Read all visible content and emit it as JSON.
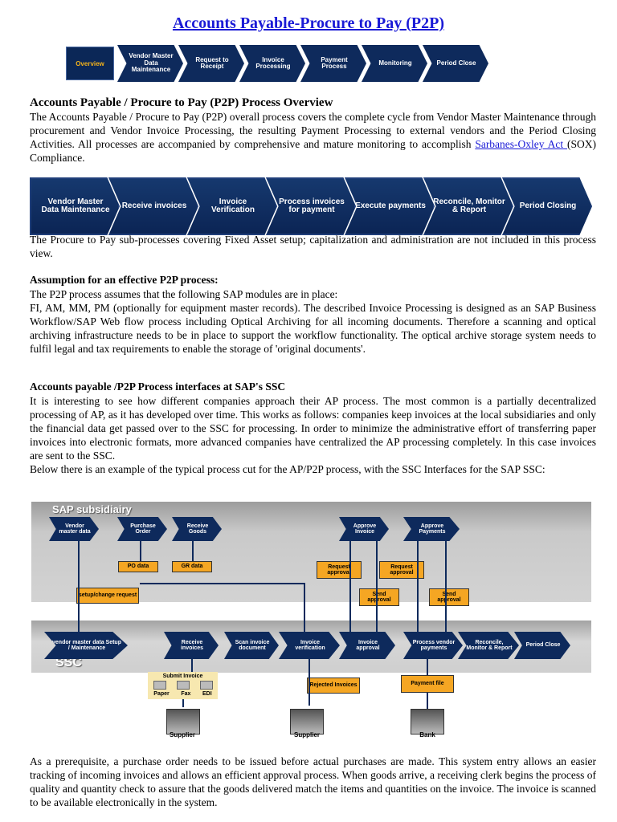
{
  "title": "Accounts Payable-Procure to Pay (P2P)",
  "top_flow": [
    "Overview",
    "Vendor Master Data Maintenance",
    "Request to Receipt",
    "Invoice Processing",
    "Payment Process",
    "Monitoring",
    "Period Close"
  ],
  "section1": {
    "heading": "Accounts Payable / Procure to Pay (P2P) Process Overview",
    "text_before": "The Accounts Payable / Procure to Pay (P2P) overall process covers the complete cycle from Vendor Master Maintenance through procurement and Vendor Invoice Processing, the resulting Payment Processing to external vendors and the Period Closing Activities. All processes are accompanied by comprehensive and mature monitoring to accomplish ",
    "link": "Sarbanes-Oxley Act ",
    "text_after": "(SOX) Compliance."
  },
  "main_flow": [
    "Vendor Master Data Maintenance",
    "Receive invoices",
    "Invoice Verification",
    "Process invoices for payment",
    "Execute payments",
    "Reconcile, Monitor & Report",
    "Period Closing"
  ],
  "para_subprocess": "The Procure to Pay sub-processes covering Fixed Asset setup; capitalization and administration are not included in this process view.",
  "section2": {
    "heading": "Assumption for an effective P2P process:",
    "line1": "The P2P process assumes that the following SAP modules are in place:",
    "body": "FI, AM, MM, PM (optionally for equipment master records). The described Invoice Processing is designed as an SAP Business Workflow/SAP Web flow process including Optical Archiving for all incoming documents. Therefore a scanning and optical archiving infrastructure needs to be in place to support the workflow functionality. The optical archive storage system needs to fulfil legal and tax requirements to enable the storage of 'original documents'."
  },
  "section3": {
    "heading": "Accounts payable /P2P Process interfaces at SAP's SSC",
    "body": "It is interesting to see how different companies approach their AP process. The most common is a partially decentralized processing of AP, as it has developed over time. This works as follows: companies keep invoices at the local subsidiaries and only the financial data get passed over to the SSC for processing. In order to minimize the administrative effort of transferring paper invoices into electronic formats, more advanced companies have centralized the AP processing completely. In this case invoices are sent to the SSC.",
    "body2": "Below there is an example of the typical process cut for the AP/P2P process, with the SSC Interfaces for the SAP SSC:"
  },
  "diagram": {
    "band_top": "SAP subsidiairy",
    "band_ssc": "SSC",
    "top_steps": [
      "Vendor master data",
      "Purchase Order",
      "Receive Goods",
      "Approve Invoice",
      "Approve Payments"
    ],
    "ssc_steps": [
      "vendor master data Setup / Maintenance",
      "Receive invoices",
      "Scan invoice document",
      "Invoice verification",
      "Invoice approval",
      "Process vendor payments",
      "Reconcile, Monitor & Report",
      "Period Close"
    ],
    "orange": {
      "po_data": "PO data",
      "gr_data": "GR data",
      "setup": "setup/change request",
      "req_approval_1": "Request approval",
      "req_approval_2": "Request approval",
      "send_approval_1": "Send approval",
      "send_approval_2": "Send approval",
      "rejected": "Rejected Invoices",
      "payment_file": "Payment file"
    },
    "submit": {
      "title": "Submit Invoice",
      "paper": "Paper",
      "fax": "Fax",
      "edi": "EDI"
    },
    "places": [
      "Supplier",
      "Supplier",
      "Bank"
    ]
  },
  "final_para": "As a prerequisite, a purchase order needs to be issued before actual purchases are made. This system entry allows an easier tracking of incoming invoices and allows an efficient approval process. When goods arrive, a receiving clerk begins the process of quality and quantity check to assure that the goods delivered match the items and quantities on the invoice. The invoice is scanned to be available electronically in the system."
}
